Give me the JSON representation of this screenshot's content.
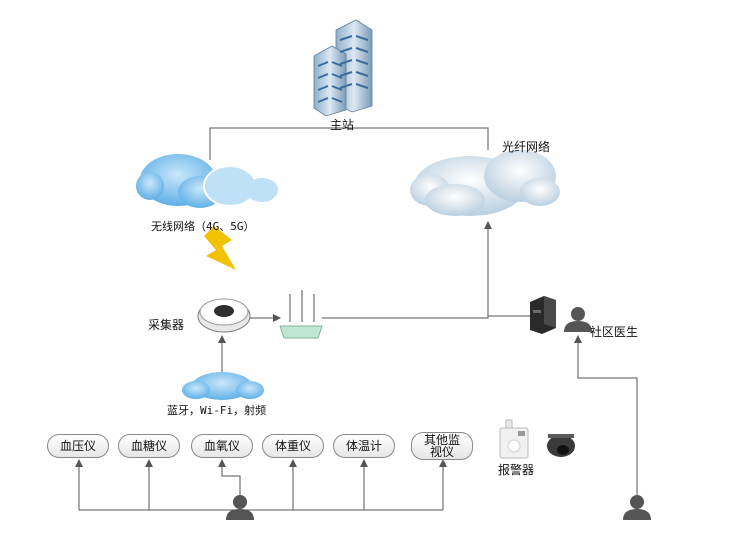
{
  "nodes": {
    "main_station": "主站",
    "fiber_network": "光纤网络",
    "wireless_network": "无线网络（4G、5G）",
    "collector": "采集器",
    "local_link": "蓝牙，Wi-Fi，射频",
    "community_doctor": "社区医生",
    "alarm": "报警器"
  },
  "devices": [
    {
      "label": "血压仪"
    },
    {
      "label": "血糖仪"
    },
    {
      "label": "血氧仪"
    },
    {
      "label": "体重仪"
    },
    {
      "label": "体温计"
    },
    {
      "label": "其他监\n视仪"
    }
  ],
  "colors": {
    "line": "#555555",
    "cloud_blue": "#6fb8ea",
    "cloud_grey": "#d6e3ee",
    "lightning": "#f2c200",
    "person": "#555555"
  }
}
